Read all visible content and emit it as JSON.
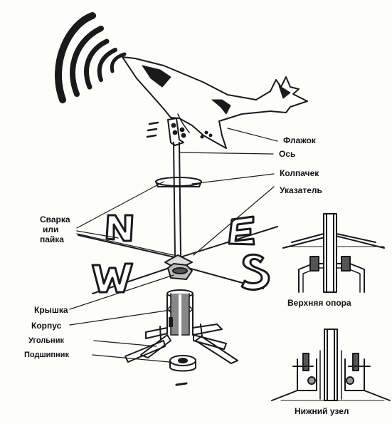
{
  "labels": {
    "flag": "Флажок",
    "axis": "Ось",
    "cap": "Колпачек",
    "pointer": "Указатель",
    "welding_line1": "Сварка",
    "welding_line2": "или",
    "welding_line3": "пайка",
    "cover": "Крышка",
    "housing": "Корпус",
    "angles": "Угольник",
    "bearing": "Подшипник",
    "upper_support": "Верхняя опора",
    "lower_unit": "Нижний узел"
  },
  "directions": {
    "north": "N",
    "east": "E",
    "west": "W",
    "south": "S"
  },
  "colors": {
    "ink": "#1a1a1a",
    "paper": "#fdfdfb"
  }
}
